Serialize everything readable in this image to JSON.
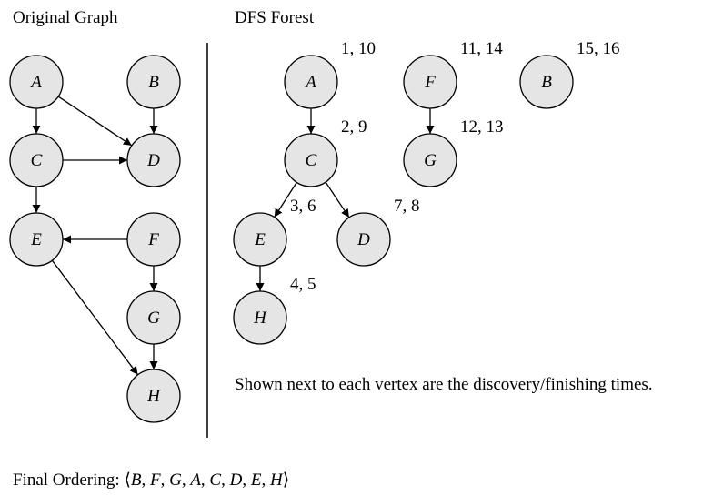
{
  "original_graph": {
    "title": "Original Graph",
    "nodes": [
      {
        "id": "A",
        "label": "A"
      },
      {
        "id": "B",
        "label": "B"
      },
      {
        "id": "C",
        "label": "C"
      },
      {
        "id": "D",
        "label": "D"
      },
      {
        "id": "E",
        "label": "E"
      },
      {
        "id": "F",
        "label": "F"
      },
      {
        "id": "G",
        "label": "G"
      },
      {
        "id": "H",
        "label": "H"
      }
    ],
    "edges": [
      {
        "from": "A",
        "to": "C"
      },
      {
        "from": "A",
        "to": "D"
      },
      {
        "from": "B",
        "to": "D"
      },
      {
        "from": "C",
        "to": "D"
      },
      {
        "from": "C",
        "to": "E"
      },
      {
        "from": "F",
        "to": "E"
      },
      {
        "from": "F",
        "to": "G"
      },
      {
        "from": "G",
        "to": "H"
      },
      {
        "from": "E",
        "to": "H"
      }
    ]
  },
  "dfs_forest": {
    "title": "DFS Forest",
    "nodes": [
      {
        "id": "A",
        "label": "A",
        "times": "1, 10"
      },
      {
        "id": "C",
        "label": "C",
        "times": "2, 9"
      },
      {
        "id": "E",
        "label": "E",
        "times": "3, 6"
      },
      {
        "id": "H",
        "label": "H",
        "times": "4, 5"
      },
      {
        "id": "D",
        "label": "D",
        "times": "7, 8"
      },
      {
        "id": "F",
        "label": "F",
        "times": "11, 14"
      },
      {
        "id": "G",
        "label": "G",
        "times": "12, 13"
      },
      {
        "id": "B",
        "label": "B",
        "times": "15, 16"
      }
    ],
    "edges": [
      {
        "from": "A",
        "to": "C"
      },
      {
        "from": "C",
        "to": "E"
      },
      {
        "from": "C",
        "to": "D"
      },
      {
        "from": "E",
        "to": "H"
      },
      {
        "from": "F",
        "to": "G"
      }
    ]
  },
  "caption": "Shown next to each vertex are the discovery/finishing times.",
  "final_ordering": {
    "label": "Final Ordering:",
    "sequence": [
      "B",
      "F",
      "G",
      "A",
      "C",
      "D",
      "E",
      "H"
    ]
  },
  "colors": {
    "node_fill": "#e5e5e5",
    "stroke": "#000000",
    "text": "#000000"
  }
}
